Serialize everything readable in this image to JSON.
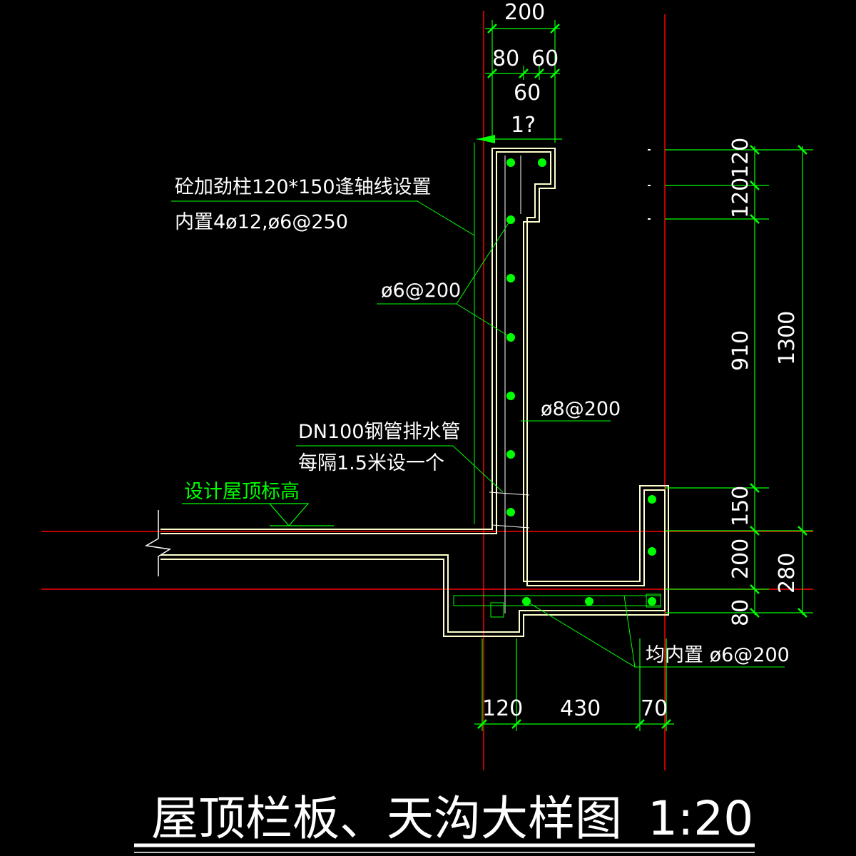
{
  "colors": {
    "background": "#000000",
    "concrete": "#ffffcc",
    "dimension": "#00ff00",
    "axis": "#ff0000",
    "rebar": "#00ff00",
    "text": "#ffffff"
  },
  "dimensions": {
    "top_total": "200",
    "top_a": "80",
    "top_b": "60",
    "top_c": "60",
    "top_d": "1?",
    "right_1": "120",
    "right_2": "120",
    "right_3": "910",
    "right_4": "150",
    "right_5": "200",
    "right_6": "80",
    "right_total": "1300",
    "right_lower": "280",
    "bottom_1": "120",
    "bottom_2": "430",
    "bottom_3": "70"
  },
  "notes": {
    "column_line1": "砼加劲柱120*150逢轴线设置",
    "column_line2": "内置4ø12,ø6@250",
    "rebar_vertical": "ø6@200",
    "rebar_main": "ø8@200",
    "drain_line1": "DN100钢管排水管",
    "drain_line2": "每隔1.5米设一个",
    "roof_level": "设计屋顶标高",
    "gutter_rebar": "均内置  ø6@200"
  },
  "title": {
    "text": "屋顶栏板、天沟大样图",
    "scale": "1:20"
  }
}
